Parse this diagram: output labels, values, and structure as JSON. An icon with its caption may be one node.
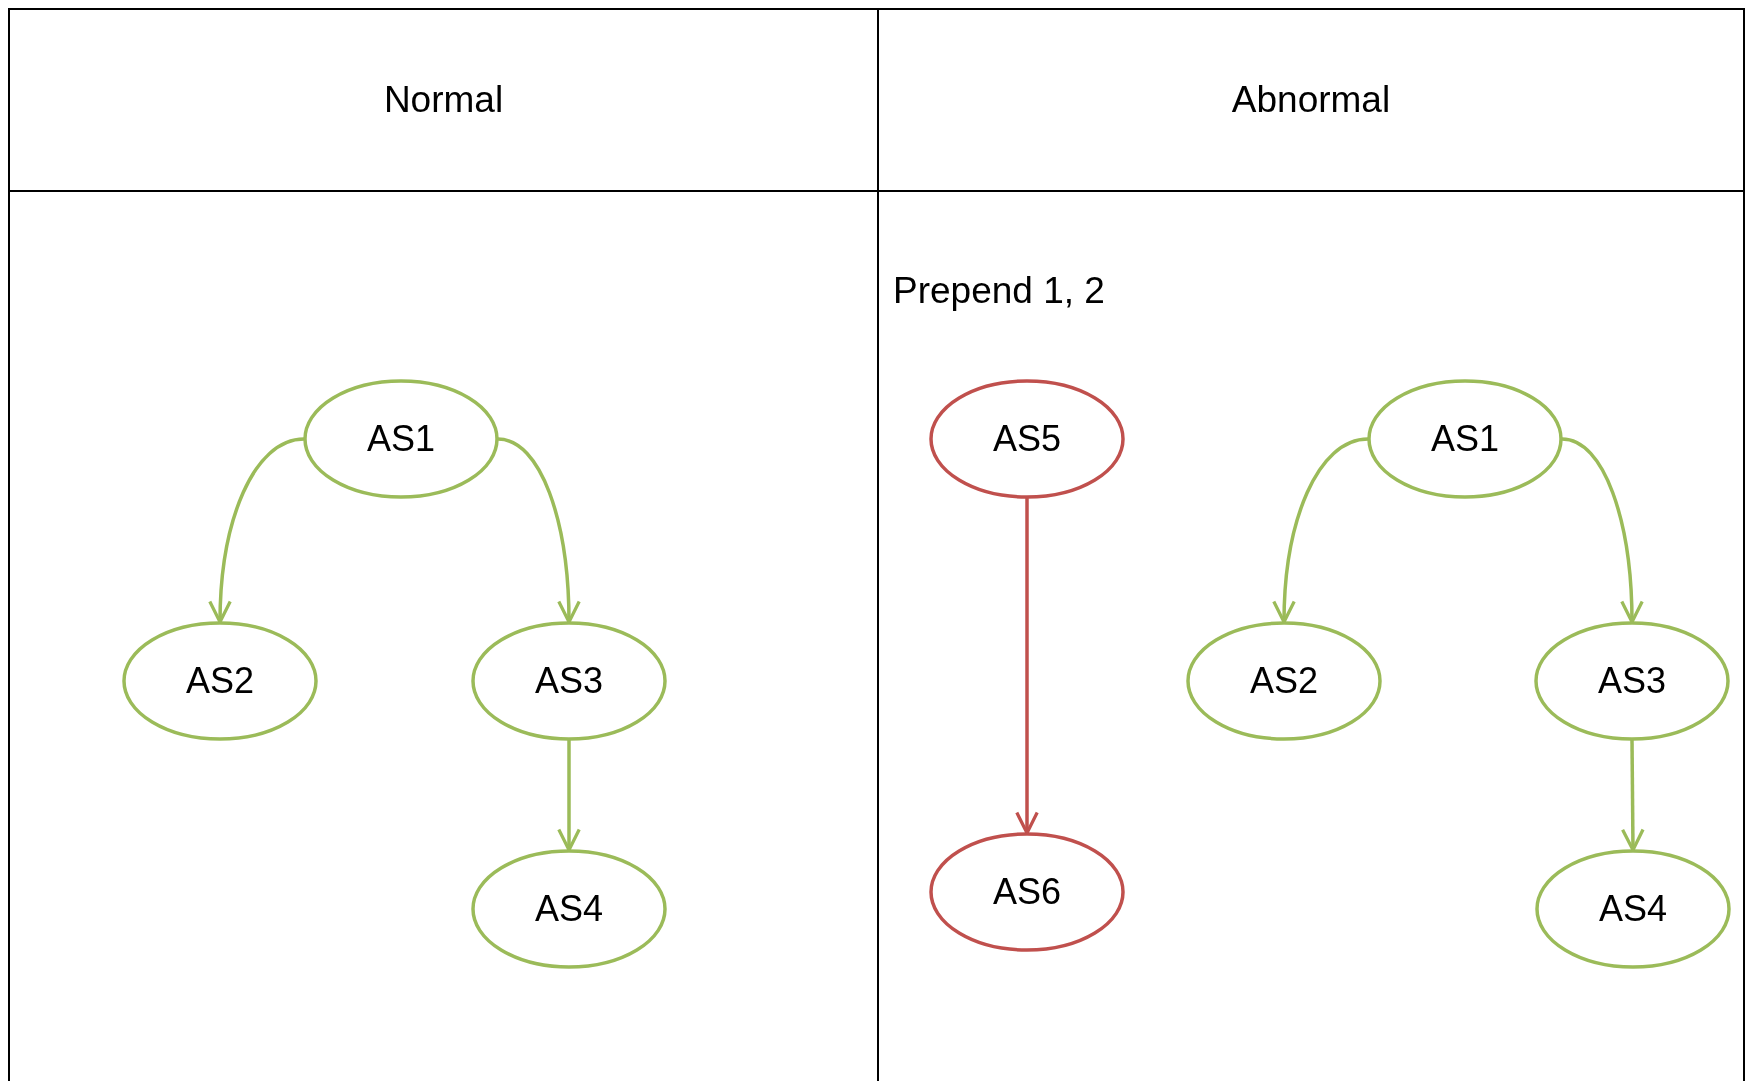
{
  "diagram": {
    "nodes": [
      {
        "text": [
          "Normal"
        ]
      },
      {
        "text": [
          "AS1"
        ],
        "in": 0
      },
      {
        "text": [
          "AS2"
        ],
        "in": 0
      },
      {
        "text": [
          "AS3"
        ],
        "in": 0
      },
      {
        "text": [
          "AS4"
        ],
        "in": 0
      },
      {
        "text": [
          "Abnormal"
        ]
      },
      {
        "text": [
          "AS5"
        ],
        "in": 5
      },
      {
        "text": [
          "AS6"
        ],
        "in": 5
      },
      {
        "text": [
          "AS1"
        ],
        "in": 5
      },
      {
        "text": [
          "AS2"
        ],
        "in": 5
      },
      {
        "text": [
          "AS3"
        ],
        "in": 5
      },
      {
        "text": [
          "AS4"
        ],
        "in": 5
      }
    ],
    "edges": [
      {
        "from": 1,
        "to": 2,
        "arrow": "to"
      },
      {
        "from": 1,
        "to": 3,
        "arrow": "to"
      },
      {
        "from": 3,
        "to": 4,
        "arrow": "to"
      },
      {
        "from": 6,
        "to": 7,
        "arrow": "to",
        "color": "#c0504d"
      },
      {
        "from": 8,
        "to": 9,
        "arrow": "to"
      },
      {
        "from": 8,
        "to": 10,
        "arrow": "to"
      },
      {
        "from": 10,
        "to": 11,
        "arrow": "to"
      }
    ],
    "labels": [
      "Prepend 1, 2"
    ]
  }
}
